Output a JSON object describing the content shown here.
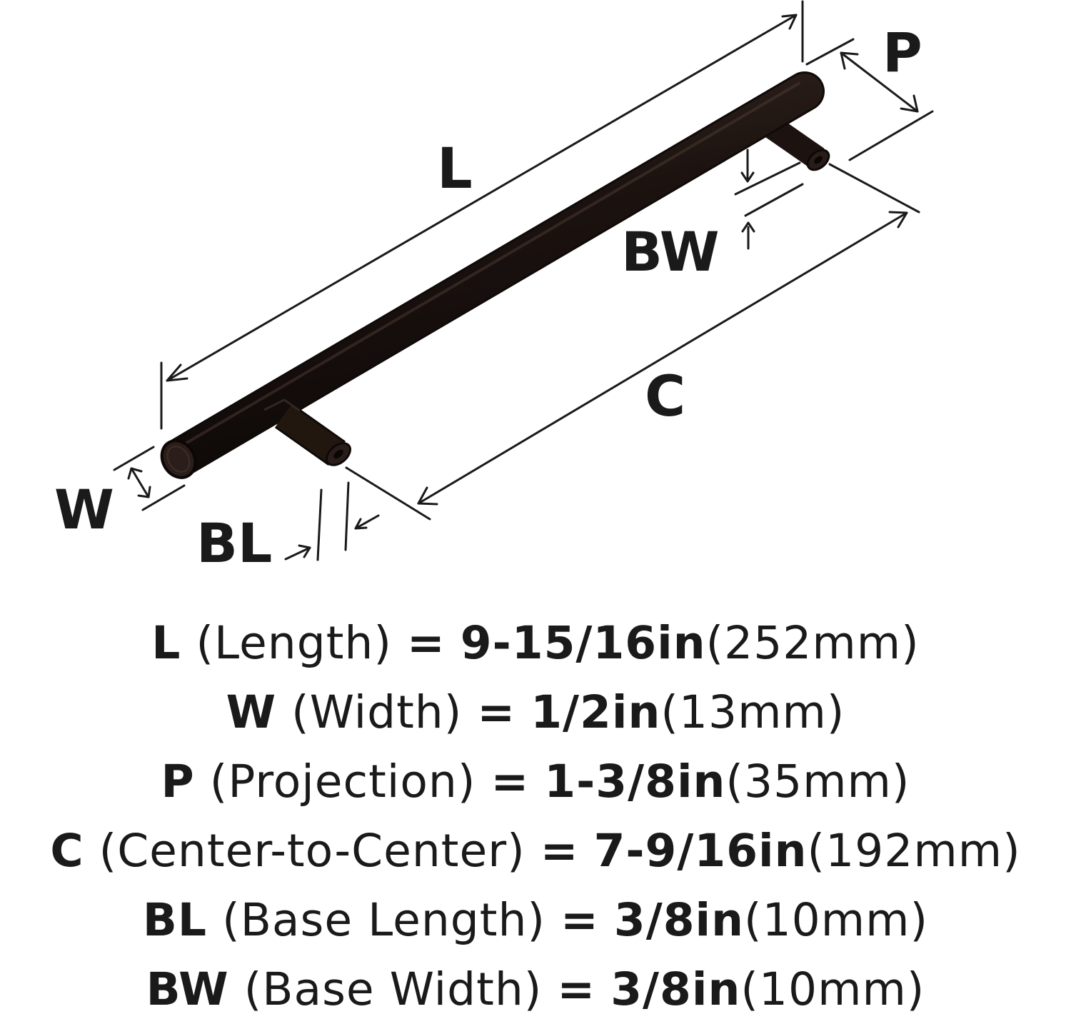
{
  "labels": {
    "L": "L",
    "P": "P",
    "BW": "BW",
    "C": "C",
    "W": "W",
    "BL": "BL"
  },
  "colors": {
    "handle_finish": "#1c1310",
    "ink": "#1a1a1a",
    "background": "#ffffff"
  },
  "specs": [
    {
      "key": "L",
      "desc": "(Length)",
      "eq": "=",
      "imperial": "9-15/16in",
      "metric": "(252mm)"
    },
    {
      "key": "W",
      "desc": "(Width)",
      "eq": "=",
      "imperial": "1/2in",
      "metric": "(13mm)"
    },
    {
      "key": "P",
      "desc": "(Projection)",
      "eq": "=",
      "imperial": "1-3/8in",
      "metric": "(35mm)"
    },
    {
      "key": "C",
      "desc": "(Center-to-Center)",
      "eq": "=",
      "imperial": "7-9/16in",
      "metric": "(192mm)"
    },
    {
      "key": "BL",
      "desc": "(Base Length)",
      "eq": "=",
      "imperial": "3/8in",
      "metric": "(10mm)"
    },
    {
      "key": "BW",
      "desc": "(Base Width)",
      "eq": "=",
      "imperial": "3/8in",
      "metric": "(10mm)"
    }
  ]
}
